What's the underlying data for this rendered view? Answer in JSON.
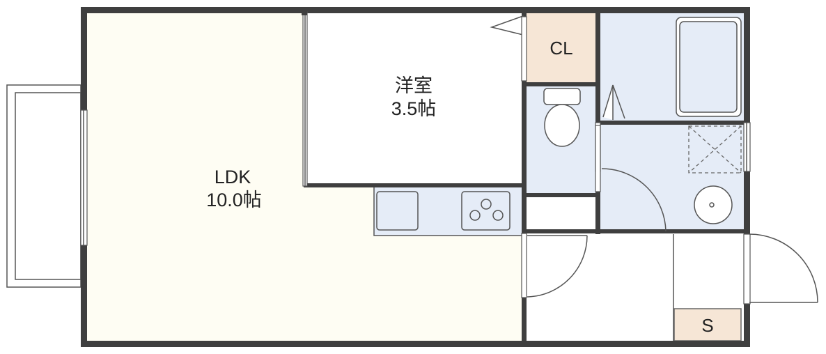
{
  "rooms": {
    "ldk": {
      "name": "LDK",
      "size": "10.0帖"
    },
    "western": {
      "name": "洋室",
      "size": "3.5帖"
    },
    "closet": {
      "name": "CL"
    },
    "shoe_storage": {
      "name": "S"
    }
  },
  "colors": {
    "wall": "#3f3f3f",
    "ldk_floor": "#fefdf3",
    "wet_area": "#e5ecf7",
    "storage": "#f6e6d6",
    "white_floor": "#ffffff"
  }
}
